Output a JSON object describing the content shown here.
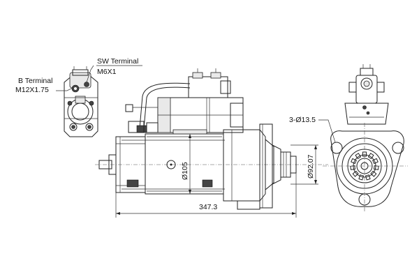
{
  "labels": {
    "b_terminal_line1": "B Terminal",
    "b_terminal_line2": "M12X1.75",
    "sw_terminal_line1": "SW Terminal",
    "sw_terminal_line2": "M6X1",
    "mount_holes": "3-Ø13.5"
  },
  "dimensions": {
    "overall_length": "347.3",
    "body_diameter": "Ø105",
    "pilot_diameter": "Ø92.07"
  }
}
